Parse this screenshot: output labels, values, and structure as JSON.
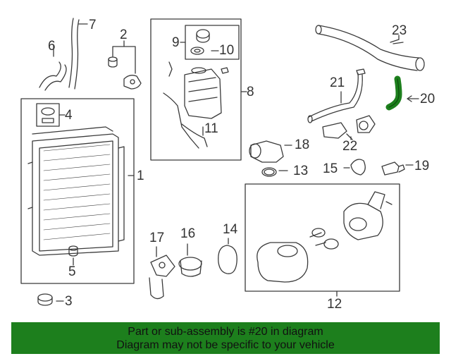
{
  "callouts": {
    "c1": "1",
    "c2": "2",
    "c3": "3",
    "c4": "4",
    "c5": "5",
    "c6": "6",
    "c7": "7",
    "c8": "8",
    "c9": "9",
    "c10": "10",
    "c11": "11",
    "c12": "12",
    "c13": "13",
    "c14": "14",
    "c15": "15",
    "c16": "16",
    "c17": "17",
    "c18": "18",
    "c19": "19",
    "c20": "20",
    "c21": "21",
    "c22": "22",
    "c23": "23"
  },
  "highlight": {
    "part": "20",
    "color": "#1d7f1d"
  },
  "banner": {
    "line1": "Part or sub-assembly is #20 in diagram",
    "line2": "Diagram may not be specific to your vehicle",
    "background": "#1d7f1d"
  }
}
